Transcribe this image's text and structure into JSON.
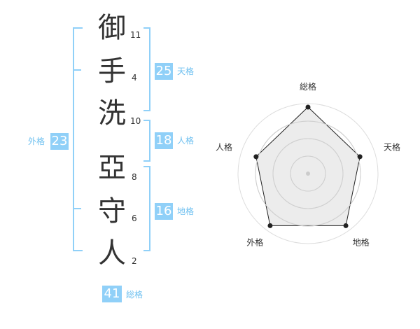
{
  "theme": {
    "accent": "#90D0F8",
    "badge": "#90D0F8",
    "label_color": "#6EC0F0",
    "text": "#333333"
  },
  "name": {
    "chars": [
      {
        "char": "御",
        "strokes": "11"
      },
      {
        "char": "手",
        "strokes": "4"
      },
      {
        "char": "洗",
        "strokes": "10"
      },
      {
        "char": "亞",
        "strokes": "8"
      },
      {
        "char": "守",
        "strokes": "6"
      },
      {
        "char": "人",
        "strokes": "2"
      }
    ]
  },
  "scores": {
    "tenkaku": {
      "value": "25",
      "label": "天格"
    },
    "jinkaku": {
      "value": "18",
      "label": "人格"
    },
    "chikaku": {
      "value": "16",
      "label": "地格"
    },
    "gaikaku": {
      "value": "23",
      "label": "外格"
    },
    "soukaku": {
      "value": "41",
      "label": "総格"
    }
  },
  "radar": {
    "axes": [
      "総格",
      "天格",
      "地格",
      "外格",
      "人格"
    ],
    "values": [
      0.95,
      0.78,
      0.92,
      0.92,
      0.78
    ],
    "rings": 4
  }
}
